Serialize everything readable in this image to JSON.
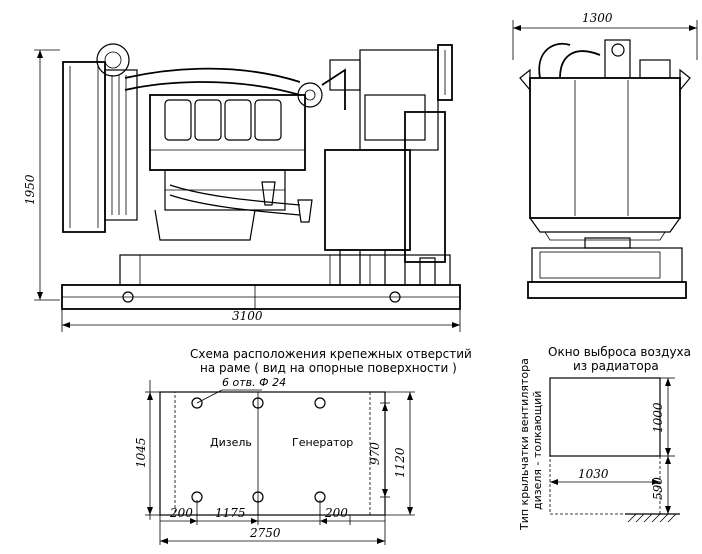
{
  "dimensions": {
    "side_height": "1950",
    "side_length": "3100",
    "front_width": "1300",
    "frame_width": "1045",
    "frame_inner": "970",
    "frame_outer_height": "1120",
    "frame_left_offset": "200",
    "frame_hole_pitch": "1175",
    "frame_right_offset": "200",
    "frame_length": "2750",
    "window_height": "1000",
    "window_width": "1030",
    "window_base_height": "590"
  },
  "labels": {
    "mount_scheme_line1": "Схема расположения крепежных отверстий",
    "mount_scheme_line2": "на раме ( вид на опорные поверхности )",
    "hole_callout": "6 отв. Ф 24",
    "diesel": "Дизель",
    "generator": "Генератор",
    "air_window_line1": "Окно выброса воздуха",
    "air_window_line2": "из радиатора",
    "fan_type_line1": "Тип крыльчатки вентилятора",
    "fan_type_line2": "дизеля - толкающий"
  }
}
